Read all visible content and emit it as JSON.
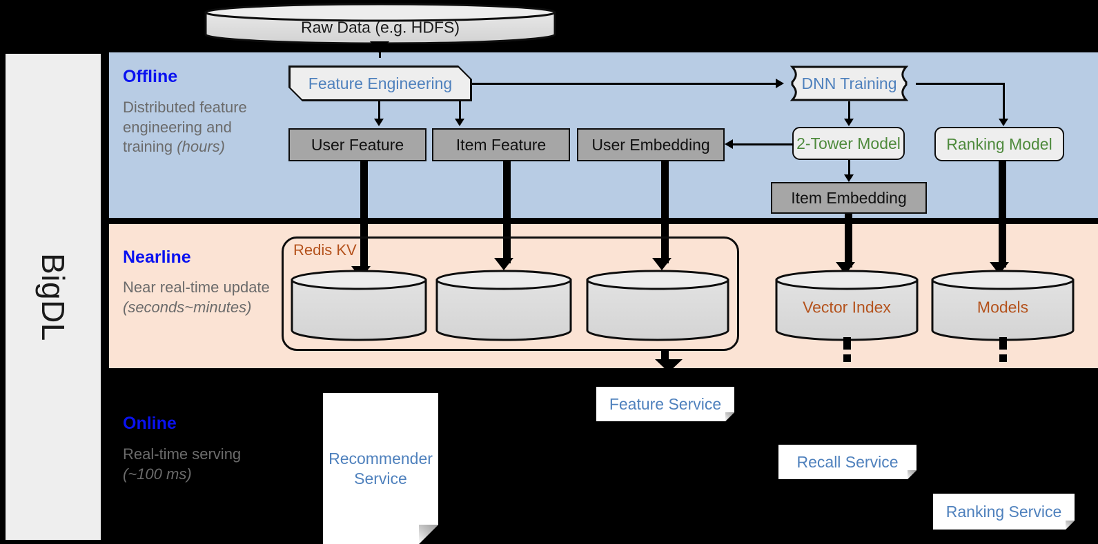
{
  "framework": {
    "name": "BigDL"
  },
  "source": {
    "label": "Raw Data (e.g. HDFS)"
  },
  "bands": {
    "offline": {
      "title": "Offline",
      "description": "Distributed feature engineering and training ",
      "emphasis": "(hours)"
    },
    "nearline": {
      "title": "Nearline",
      "description": "Near real-time update ",
      "emphasis": "(seconds~minutes)"
    },
    "online": {
      "title": "Online",
      "description": "Real-time serving ",
      "emphasis": "(~100 ms)"
    }
  },
  "offline_nodes": {
    "feature_engineering": "Feature Engineering",
    "dnn_training": "DNN Training",
    "user_feature": "User Feature",
    "item_feature": "Item Feature",
    "user_embedding": "User Embedding",
    "two_tower_model": "2-Tower Model",
    "ranking_model": "Ranking Model",
    "item_embedding": "Item Embedding"
  },
  "nearline_nodes": {
    "redis_kv": "Redis KV",
    "store_user_feature": "",
    "store_item_feature": "",
    "store_user_embedding": "",
    "vector_index": "Vector Index",
    "models": "Models"
  },
  "online_nodes": {
    "recommender_service": "Recommender Service",
    "feature_service": "Feature Service",
    "recall_service": "Recall Service",
    "ranking_service": "Ranking Service"
  },
  "colors": {
    "offline_band": "#b8cce4",
    "nearline_band": "#fbe3d4",
    "online_band": "#000000",
    "band_title": "#0a12f0",
    "band_description": "#6b6b6b",
    "process_text": "#4f81bd",
    "model_text": "#4e8a3c",
    "store_text": "#b4521c",
    "data_node_fill": "#a6a6a6",
    "process_node_fill": "#eeeeee",
    "rail_fill": "#eeeeee",
    "service_fill": "#ffffff"
  }
}
